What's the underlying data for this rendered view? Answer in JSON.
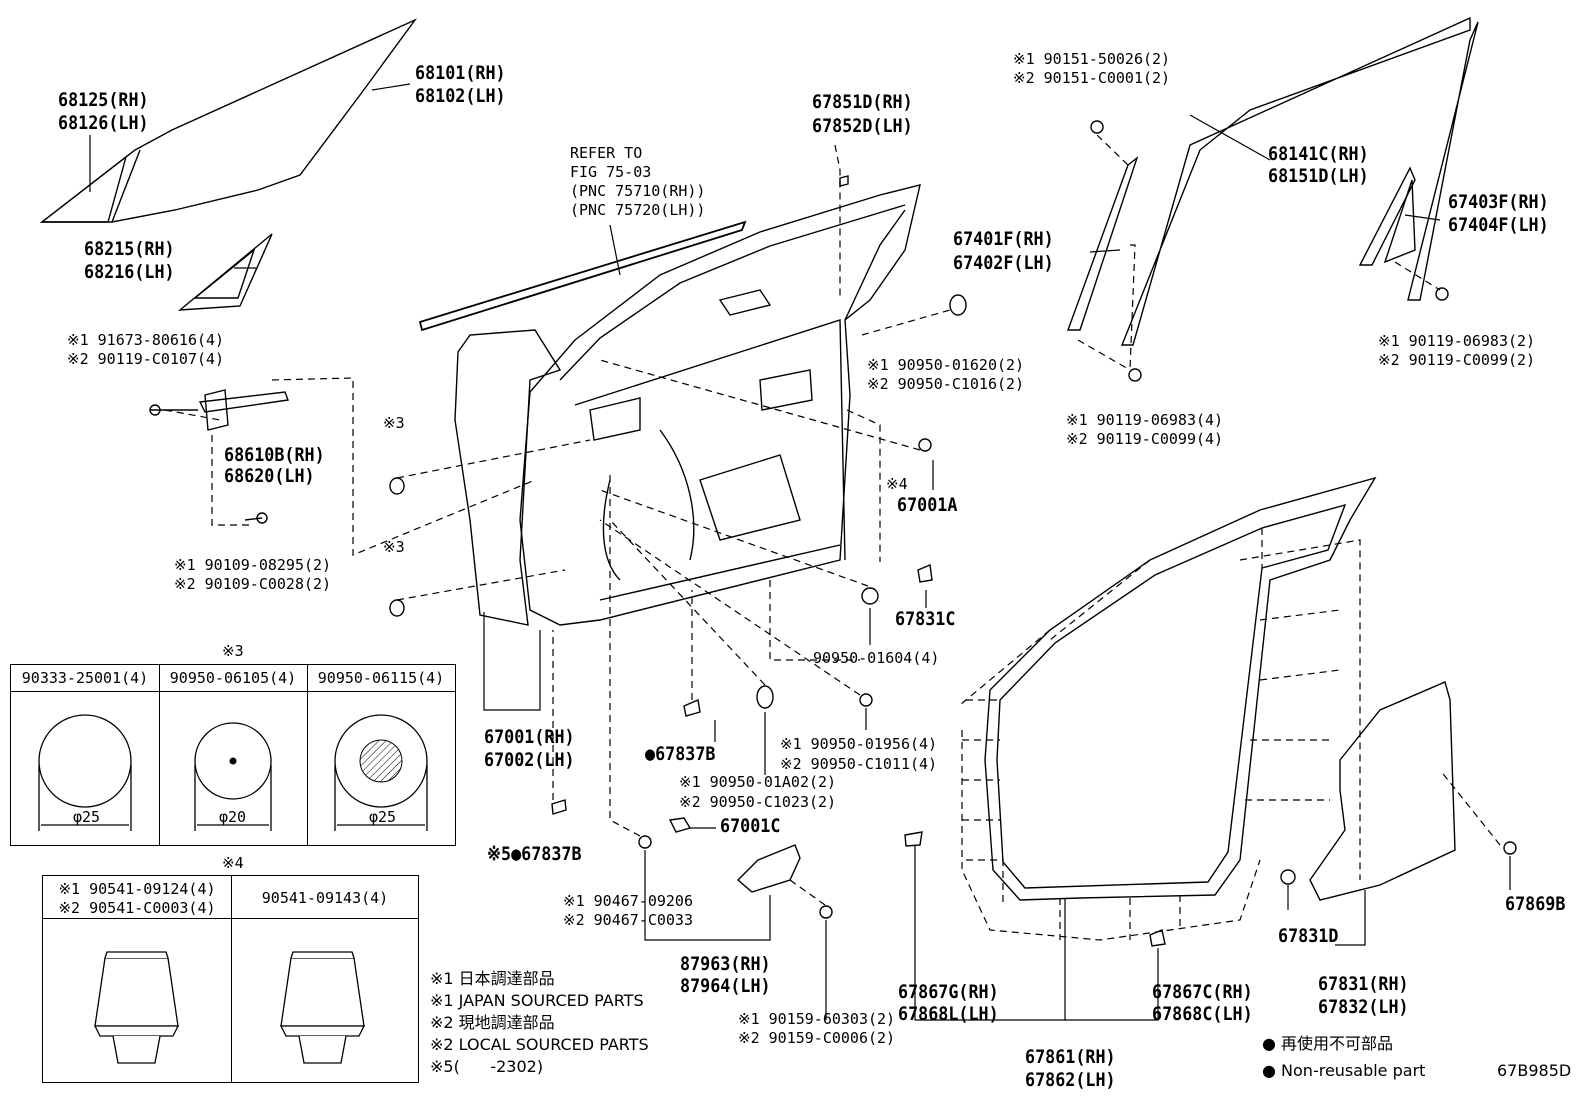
{
  "diagram": {
    "parts": {
      "p68125": "68125(RH)",
      "p68126": "68126(LH)",
      "p68101": "68101(RH)",
      "p68102": "68102(LH)",
      "p68215": "68215(RH)",
      "p68216": "68216(LH)",
      "refer1": "REFER TO",
      "refer2": "FIG 75-03",
      "refer3": "(PNC 75710(RH))",
      "refer4": "(PNC 75720(LH))",
      "p67851D": "67851D(RH)",
      "p67852D": "67852D(LH)",
      "s91673_1": "※1 91673-80616(4)",
      "s90119_2": "※2 90119-C0107(4)",
      "p68610B": "68610B(RH)",
      "p68620": "68620(LH)",
      "star3a": "※3",
      "star3b": "※3",
      "s90109_1": "※1 90109-08295(2)",
      "s90109_2": "※2 90109-C0028(2)",
      "s90950_1620": "※1 90950-01620(2)",
      "s90950_C1016": "※2 90950-C1016(2)",
      "star4": "※4",
      "p67001A": "67001A",
      "p67831C": "67831C",
      "p90950_01604": "90950-01604(4)",
      "p67001": "67001(RH)",
      "p67002": "67002(LH)",
      "p67837B_a": "●67837B",
      "p67837B_b": "※5●67837B",
      "s90950_1956": "※1 90950-01956(4)",
      "s90950_C1011": "※2 90950-C1011(4)",
      "s90950_1A02": "※1 90950-01A02(2)",
      "s90950_C1023": "※2 90950-C1023(2)",
      "p67001C": "67001C",
      "s90467_1": "※1 90467-09206",
      "s90467_2": "※2 90467-C0033",
      "p87963": "87963(RH)",
      "p87964": "87964(LH)",
      "s90159_1": "※1 90159-60303(2)",
      "s90159_2": "※2 90159-C0006(2)",
      "s90151_1": "※1 90151-50026(2)",
      "s90151_2": "※2 90151-C0001(2)",
      "p68141C": "68141C(RH)",
      "p68151D": "68151D(LH)",
      "p67401F": "67401F(RH)",
      "p67402F": "67402F(LH)",
      "p67403F": "67403F(RH)",
      "p67404F": "67404F(LH)",
      "s90119_06983_2": "※1 90119-06983(2)",
      "s90119_C0099_2": "※2 90119-C0099(2)",
      "s90119_06983_4": "※1 90119-06983(4)",
      "s90119_C0099_4": "※2 90119-C0099(4)",
      "p67867G": "67867G(RH)",
      "p67868L": "67868L(LH)",
      "p67867C": "67867C(RH)",
      "p67868C": "67868C(LH)",
      "p67861": "67861(RH)",
      "p67862": "67862(LH)",
      "p67831D": "67831D",
      "p67831": "67831(RH)",
      "p67832": "67832(LH)",
      "p67869B": "67869B"
    },
    "table3": {
      "title": "※3",
      "cols": [
        "90333-25001(4)",
        "90950-06105(4)",
        "90950-06115(4)"
      ],
      "dims": [
        "φ25",
        "φ20",
        "φ25"
      ]
    },
    "table4": {
      "title": "※4",
      "col1a": "※1 90541-09124(4)",
      "col1b": "※2 90541-C0003(4)",
      "col2": "90541-09143(4)"
    },
    "notes": {
      "n1": "※1 日本調達部品",
      "n2": "※1 JAPAN SOURCED PARTS",
      "n3": "※2 現地調達部品",
      "n4": "※2 LOCAL SOURCED PARTS",
      "n5": "※5(      -2302)"
    },
    "legend": {
      "jp": "● 再使用不可部品",
      "en": "● Non-reusable part"
    },
    "figure_id": "67B985D"
  }
}
